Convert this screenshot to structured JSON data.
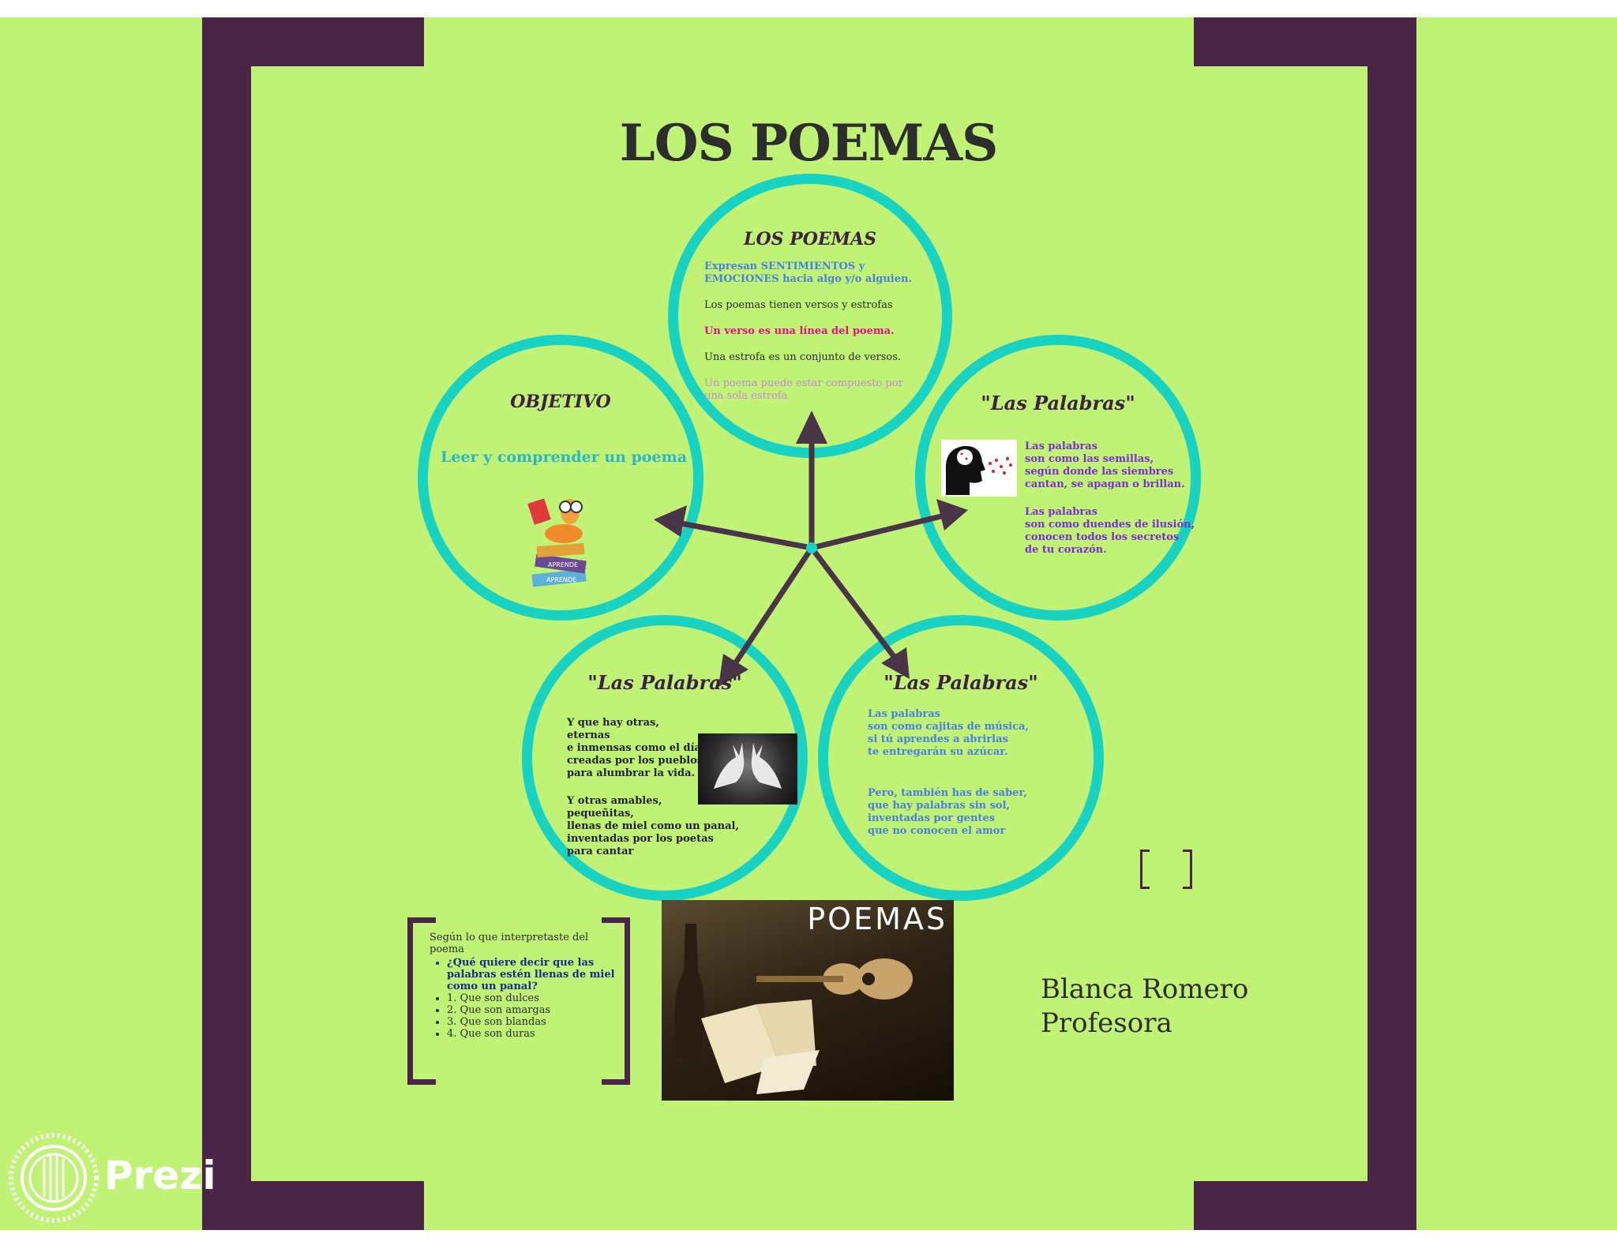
{
  "title": "LOS POEMAS",
  "circles": {
    "top": {
      "title": "LOS POEMAS",
      "line1": "Expresan SENTIMIENTOS  y\nEMOCIONES hacia algo  y/o alguien.",
      "line2": "Los poemas  tienen versos y estrofas",
      "line3": "Un verso es  una línea del poema.",
      "line4": "Una estrofa es un conjunto de versos.",
      "line5": "Un poema puede estar compuesto por\nuna sola estrofa"
    },
    "left": {
      "title": "OBJETIVO",
      "subtitle": "Leer y comprender un poema",
      "book_words": [
        "APRENDE",
        "APRENDE"
      ]
    },
    "right": {
      "title": "\"Las Palabras\"",
      "stanza1": "Las palabras\nson como las semillas,\nsegún donde las siembres\ncantan, se apagan o brillan.",
      "stanza2": "Las palabras\nson como duendes de ilusión,\nconocen todos los secretos\nde tu corazón."
    },
    "bottom_left": {
      "title": "\"Las Palabras\"",
      "stanza1": "Y que hay otras,\neternas\ne inmensas como el día,\ncreadas por los pueblos,\npara alumbrar la vida.",
      "stanza2": "Y otras amables,\npequeñitas,\nllenas de miel como un panal,\ninventadas por los poetas\npara cantar"
    },
    "bottom_right": {
      "title": "\"Las Palabras\"",
      "stanza1": "Las palabras\nson como cajitas de música,\nsi tú aprendes a abrirlas\nte entregarán su azúcar.",
      "stanza2": "Pero, también has de saber,\nque hay palabras sin sol,\ninventadas por gentes\nque no conocen el amor"
    }
  },
  "question_box": {
    "intro": "Según lo que interpretaste del\npoema",
    "question": "¿Qué quiere decir que las\npalabras estén llenas de miel\ncomo un panal?",
    "options": [
      "1. Que son dulces",
      "2. Que son amargas",
      "3. Que son blandas",
      "4. Que son duras"
    ]
  },
  "poster_title": "POEMAS",
  "author": {
    "name": "Blanca Romero",
    "role": "Profesora"
  },
  "logo_text": "Prezi",
  "colors": {
    "background": "#c0f276",
    "frame": "#4a2548",
    "circle": "#18d2c2",
    "blue_text": "#4a7fe0",
    "purple_text": "#7a2fd0",
    "magenta_text": "#e0108a"
  }
}
